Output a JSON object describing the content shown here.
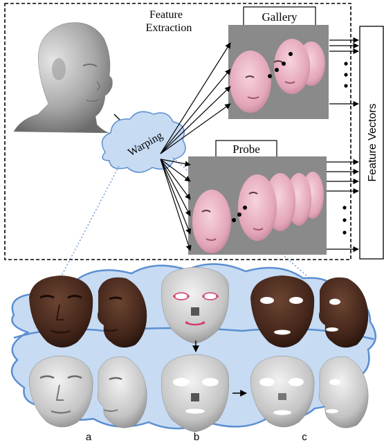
{
  "panel": {
    "title_line1": "Feature",
    "title_line2": "Extraction"
  },
  "cloud": {
    "label": "Warping"
  },
  "gallery": {
    "label": "Gallery"
  },
  "probe": {
    "label": "Probe"
  },
  "output": {
    "label": "Feature Vectors"
  },
  "subfigure_labels": {
    "a": "a",
    "b": "b",
    "c": "c"
  },
  "colors": {
    "cloud_fill": "#c7dbf3",
    "cloud_stroke": "#5b8fd0",
    "photo_bg": "#8a8a8a",
    "skin_pink": "#e4a9bb",
    "skin_dark": "#4a2a1c",
    "mesh_gray": "#c9c9c9"
  },
  "icons": [
    "head-mesh-icon",
    "face-photo-icon",
    "face-mesh-icon",
    "landmark-dot-icon",
    "ellipsis-dots-icon"
  ]
}
